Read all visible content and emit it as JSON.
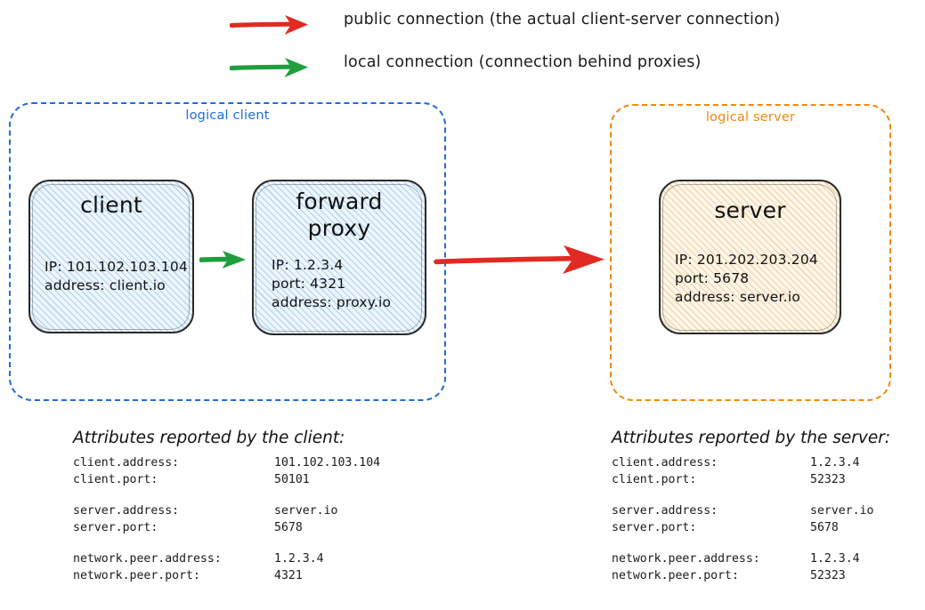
{
  "colors": {
    "public_arrow": "#e02a22",
    "local_arrow": "#1f9e3e",
    "client_group_border": "#1c6fd4",
    "server_group_border": "#f0880e",
    "node_stroke": "#2a2a2a",
    "blue_fill": "#eef6fd",
    "orange_fill": "#fdf6ea"
  },
  "legend": {
    "items": [
      {
        "icon": "red-arrow-icon",
        "color": "#e02a22",
        "label": "public connection (the actual client-server connection)"
      },
      {
        "icon": "green-arrow-icon",
        "color": "#1f9e3e",
        "label": "local connection (connection behind proxies)"
      }
    ]
  },
  "groups": {
    "client": {
      "label": "logical client"
    },
    "server": {
      "label": "logical server"
    }
  },
  "nodes": {
    "client": {
      "title": "client",
      "attrs": "IP: 101.102.103.104\naddress: client.io"
    },
    "proxy": {
      "title": "forward\nproxy",
      "attrs": "IP: 1.2.3.4\nport: 4321\naddress: proxy.io"
    },
    "server": {
      "title": "server",
      "attrs": "IP: 201.202.203.204\nport: 5678\naddress: server.io"
    }
  },
  "flows": {
    "local": {
      "icon": "green-arrow-icon",
      "from": "client",
      "to": "forward proxy"
    },
    "public": {
      "icon": "red-arrow-icon",
      "from": "logical client",
      "to": "logical server"
    }
  },
  "attributes": {
    "client_report": {
      "heading": "Attributes reported by the client:",
      "rows": [
        {
          "key": "client.address:",
          "value": "101.102.103.104"
        },
        {
          "key": "client.port:",
          "value": "50101"
        },
        {
          "key": "server.address:",
          "value": "server.io"
        },
        {
          "key": "server.port:",
          "value": "5678"
        },
        {
          "key": "network.peer.address:",
          "value": "1.2.3.4"
        },
        {
          "key": "network.peer.port:",
          "value": "4321"
        }
      ]
    },
    "server_report": {
      "heading": "Attributes reported by the server:",
      "rows": [
        {
          "key": "client.address:",
          "value": "1.2.3.4"
        },
        {
          "key": "client.port:",
          "value": "52323"
        },
        {
          "key": "server.address:",
          "value": "server.io"
        },
        {
          "key": "server.port:",
          "value": "5678"
        },
        {
          "key": "network.peer.address:",
          "value": "1.2.3.4"
        },
        {
          "key": "network.peer.port:",
          "value": "52323"
        }
      ]
    }
  }
}
